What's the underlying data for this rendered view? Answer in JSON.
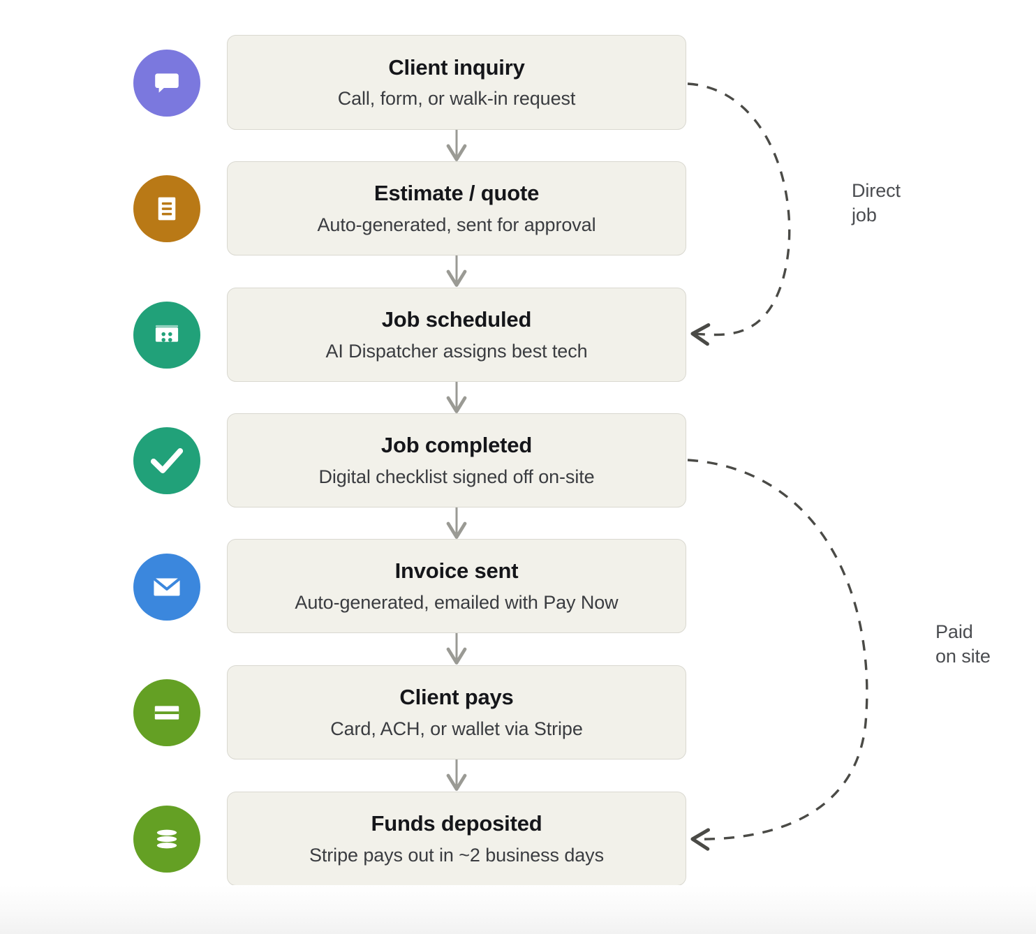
{
  "diagram": {
    "type": "flowchart",
    "orientation": "vertical",
    "background": "#ffffff",
    "card_fill": "#f2f1ea",
    "card_border": "#d9d8d0",
    "arrow_color": "#9a9a94",
    "branch_arrow_color": "#4a4a46"
  },
  "steps": [
    {
      "title": "Client inquiry",
      "subtitle": "Call, form, or walk-in request",
      "icon": "chat-bubble-icon",
      "icon_color": "#7b78de"
    },
    {
      "title": "Estimate / quote",
      "subtitle": "Auto-generated, sent for approval",
      "icon": "document-icon",
      "icon_color": "#b97916"
    },
    {
      "title": "Job scheduled",
      "subtitle": "AI Dispatcher assigns best tech",
      "icon": "calendar-icon",
      "icon_color": "#21a179"
    },
    {
      "title": "Job completed",
      "subtitle": "Digital checklist signed off on-site",
      "icon": "check-circle-icon",
      "icon_color": "#21a179"
    },
    {
      "title": "Invoice sent",
      "subtitle": "Auto-generated, emailed with Pay Now",
      "icon": "envelope-icon",
      "icon_color": "#3b87dd"
    },
    {
      "title": "Client pays",
      "subtitle": "Card, ACH, or wallet via Stripe",
      "icon": "credit-card-icon",
      "icon_color": "#64a024"
    },
    {
      "title": "Funds deposited",
      "subtitle": "Stripe pays out in ~2 business days",
      "icon": "coins-stack-icon",
      "icon_color": "#64a024"
    }
  ],
  "branches": [
    {
      "label": "Direct\njob",
      "from": "Client inquiry",
      "to": "Job scheduled",
      "style": "dashed"
    },
    {
      "label": "Paid\non site",
      "from": "Job completed",
      "to": "Funds deposited",
      "style": "dashed"
    }
  ]
}
